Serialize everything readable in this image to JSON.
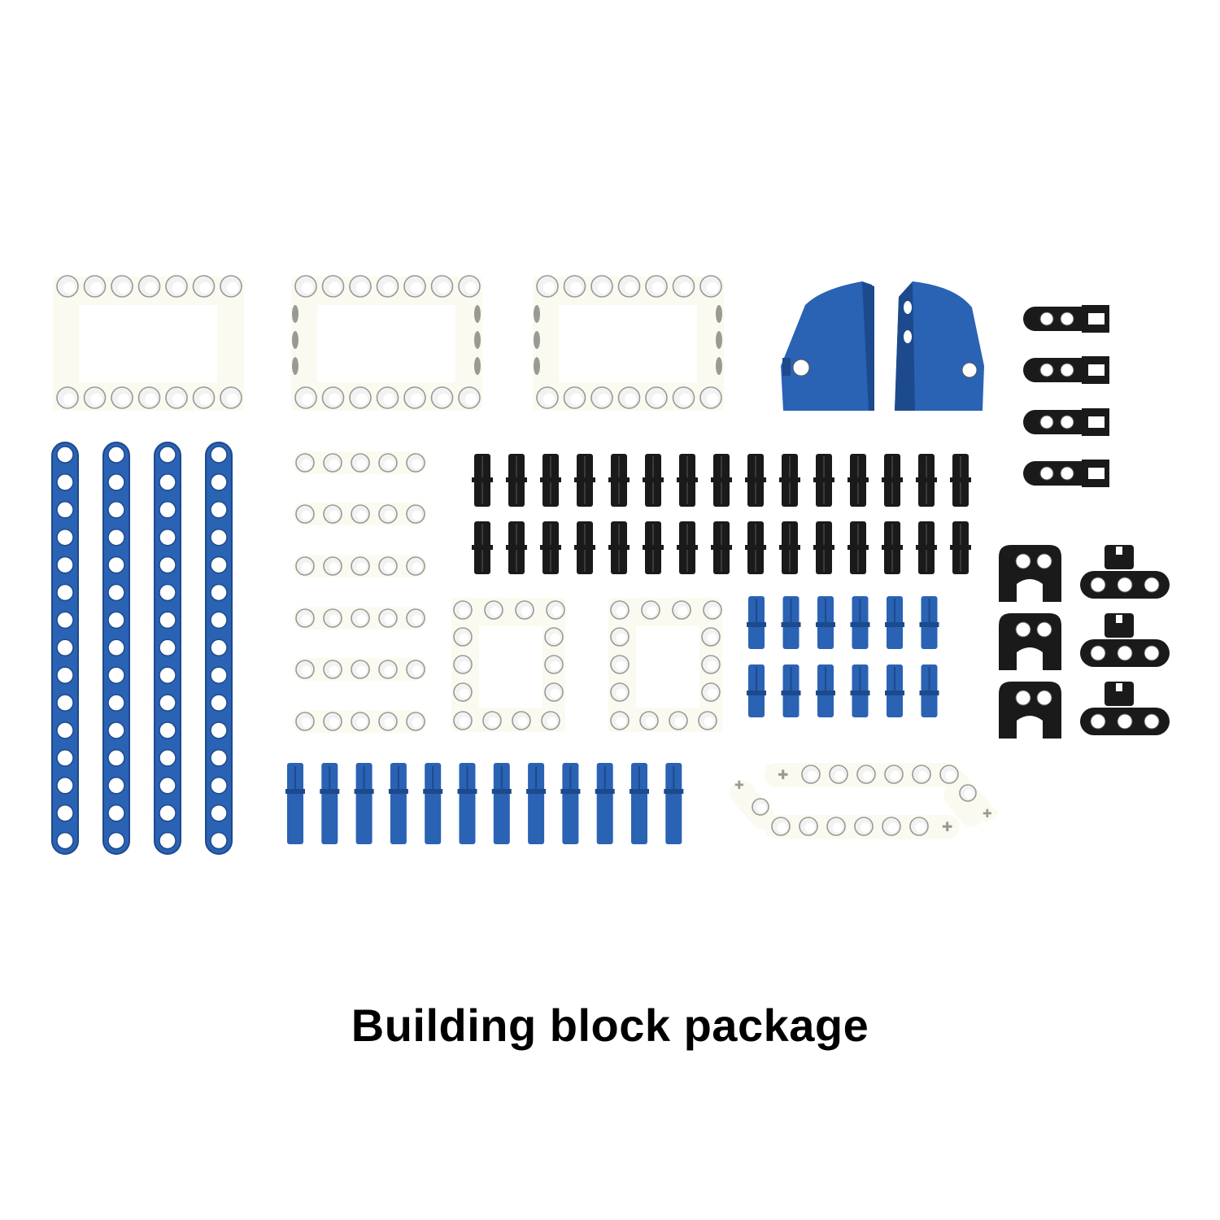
{
  "caption": "Building block package",
  "colors": {
    "background": "#ffffff",
    "white_part": "#fbfaf0",
    "white_part_shade": "#e7e5d8",
    "hole": "#f2f2f2",
    "hole_ring": "#9a9a94",
    "blue_part": "#2a62b4",
    "blue_part_dark": "#1d4a8c",
    "black_part": "#1a1a1a",
    "black_part_light": "#3a3a3a"
  },
  "parts": [
    {
      "name": "white-frame-5x7",
      "color": "white",
      "count": 3
    },
    {
      "name": "blue-angled-panel",
      "color": "blue",
      "count": 2
    },
    {
      "name": "black-axle-connector",
      "color": "black",
      "count": 4
    },
    {
      "name": "blue-beam-15-hole",
      "color": "blue",
      "count": 4
    },
    {
      "name": "white-beam-5-hole",
      "color": "white",
      "count": 6
    },
    {
      "name": "black-pin",
      "color": "black",
      "count": 30
    },
    {
      "name": "black-u-connector",
      "color": "black",
      "count": 3
    },
    {
      "name": "black-t-connector",
      "color": "black",
      "count": 3
    },
    {
      "name": "white-open-frame",
      "color": "white",
      "count": 2
    },
    {
      "name": "blue-pin-short",
      "color": "blue",
      "count": 12
    },
    {
      "name": "blue-pin-long",
      "color": "blue",
      "count": 12
    },
    {
      "name": "white-bent-beam",
      "color": "white",
      "count": 2
    }
  ]
}
